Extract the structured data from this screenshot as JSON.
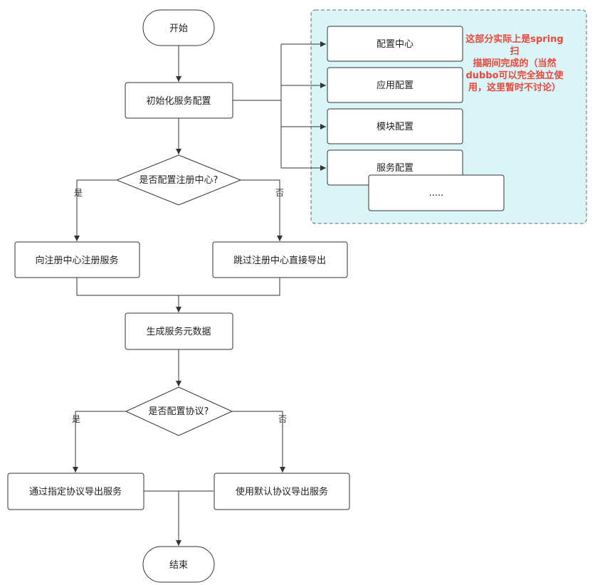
{
  "nodes": {
    "start": "开始",
    "init": "初始化服务配置",
    "decision_registry": "是否配置注册中心?",
    "register": "向注册中心注册服务",
    "skip_registry": "跳过注册中心直接导出",
    "metadata": "生成服务元数据",
    "decision_protocol": "是否配置协议?",
    "specified_protocol": "通过指定协议导出服务",
    "default_protocol": "使用默认协议导出服务",
    "end": "结束"
  },
  "config_group": {
    "items": [
      "配置中心",
      "应用配置",
      "模块配置",
      "服务配置",
      "....."
    ],
    "note_lines": [
      "这部分实际上是spring扫",
      "描期间完成的（当然",
      "dubbo可以完全独立使",
      "用，这里暂时不讨论）"
    ]
  },
  "edge_labels": {
    "registry_yes": "是",
    "registry_no": "否",
    "protocol_yes": "是",
    "protocol_no": "否"
  },
  "colors": {
    "group_fill": "#d9f5f7",
    "note_text": "#e8473c",
    "stroke": "#333333"
  }
}
